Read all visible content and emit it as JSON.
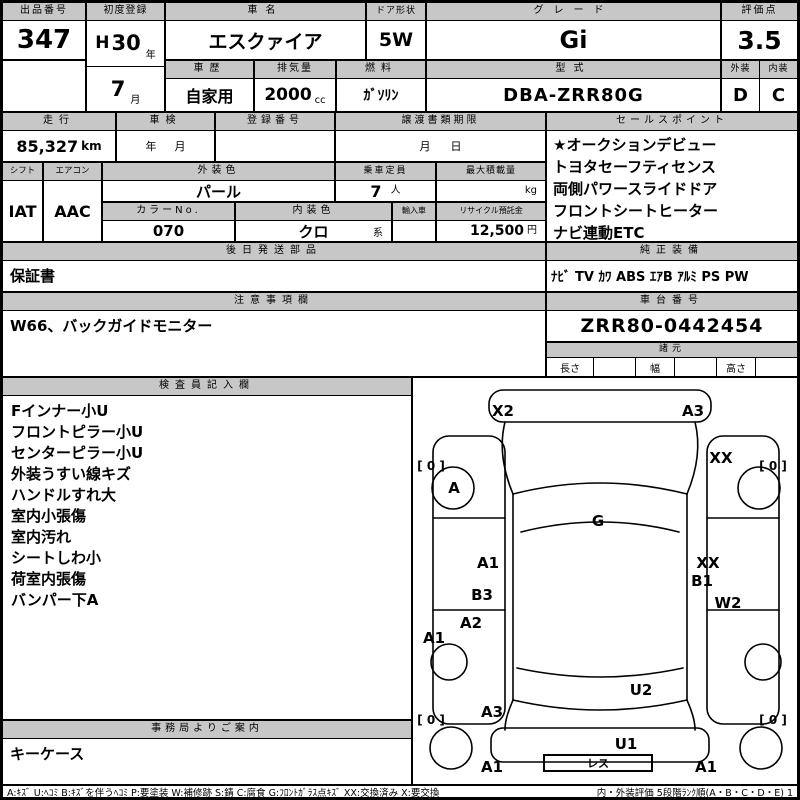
{
  "header": {
    "lot": {
      "label": "出品番号",
      "value": "347"
    },
    "first_reg": {
      "label": "初度登録",
      "era": "H",
      "year": "30",
      "year_unit": "年",
      "month": "7",
      "month_unit": "月"
    },
    "name": {
      "label": "車名",
      "value": "エスクァイア"
    },
    "door": {
      "label": "ドア形状",
      "value": "5W"
    },
    "grade": {
      "label": "グレード",
      "value": "Gi"
    },
    "score": {
      "label": "評価点",
      "value": "3.5"
    },
    "history": {
      "label": "車歴",
      "value": "自家用"
    },
    "displacement": {
      "label": "排気量",
      "value": "2000",
      "unit": "cc"
    },
    "fuel": {
      "label": "燃料",
      "value": "ｶﾞｿﾘﾝ"
    },
    "model": {
      "label": "型式",
      "value": "DBA-ZRR80G"
    },
    "exterior": {
      "label": "外装",
      "value": "D"
    },
    "interior": {
      "label": "内装",
      "value": "C"
    }
  },
  "info": {
    "mileage": {
      "label": "走行",
      "value": "85,327",
      "unit": "km"
    },
    "inspection": {
      "label": "車検",
      "year_unit": "年",
      "month_unit": "月"
    },
    "reg_no": {
      "label": "登録番号",
      "value": ""
    },
    "transfer": {
      "label": "譲渡書類期限",
      "month_unit": "月",
      "day_unit": "日"
    },
    "shift": {
      "label": "シフト",
      "value": "IAT"
    },
    "aircon": {
      "label": "エアコン",
      "value": "AAC"
    },
    "ext_color": {
      "label": "外装色",
      "value": "パール"
    },
    "capacity": {
      "label": "乗車定員",
      "value": "7",
      "unit": "人"
    },
    "max_load": {
      "label": "最大積載量",
      "value": "",
      "unit": "kg"
    },
    "color_no": {
      "label": "カラーNo.",
      "value": "070"
    },
    "int_color": {
      "label": "内装色",
      "value": "クロ",
      "unit": "系"
    },
    "import_car": {
      "label": "輸入車",
      "value": ""
    },
    "recycle": {
      "label": "リサイクル預託金",
      "value": "12,500",
      "unit": "円"
    }
  },
  "sales_points": {
    "label": "セールスポイント",
    "items": [
      "★オークションデビュー",
      "トヨタセーフティセンス",
      "両側パワースライドドア",
      "フロントシートヒーター",
      "ナビ連動ETC"
    ]
  },
  "later_parts": {
    "label": "後日発送部品",
    "value": "保証書"
  },
  "equipment": {
    "label": "純正装備",
    "value": "ﾅﾋﾞ TV ｶﾜ ABS ｴｱB ｱﾙﾐ PS PW"
  },
  "notes": {
    "label": "注意事項欄",
    "value": "W66、バックガイドモニター"
  },
  "chassis": {
    "label": "車台番号",
    "value": "ZRR80-0442454"
  },
  "specs": {
    "label": "諸元",
    "length_label": "長さ",
    "width_label": "幅",
    "height_label": "高さ"
  },
  "inspector": {
    "label": "検査員記入欄",
    "items": [
      "Fインナー小U",
      "フロントピラー小U",
      "センターピラー小U",
      "外装うすい線キズ",
      "ハンドルすれ大",
      "室内小張傷",
      "室内汚れ",
      "シートしわ小",
      "荷室内張傷",
      "バンパー下A"
    ]
  },
  "office": {
    "label": "事務局よりご案内",
    "value": "キーケース"
  },
  "diagram": {
    "markers": [
      "X2",
      "A3",
      "[ 0 ]",
      "[ 0 ]",
      "A",
      "XX",
      "G",
      "A1",
      "XX",
      "B1",
      "W2",
      "B3",
      "A2",
      "A1",
      "U2",
      "A3",
      "[ 0 ]",
      "[ 0 ]",
      "U1",
      "A1",
      "A1"
    ],
    "plate": "レス"
  },
  "legend": {
    "left": "A:ｷｽﾞ U:ﾍｺﾐ B:ｷｽﾞを伴うﾍｺﾐ P:要塗装 W:補修跡 S:錆 C:腐食 G:ﾌﾛﾝﾄｶﾞﾗｽ点ｷｽﾞ XX:交換済み X:要交換",
    "right": "内・外装評価  5段階ﾗﾝｸ順(A・B・C・D・E) 1"
  }
}
